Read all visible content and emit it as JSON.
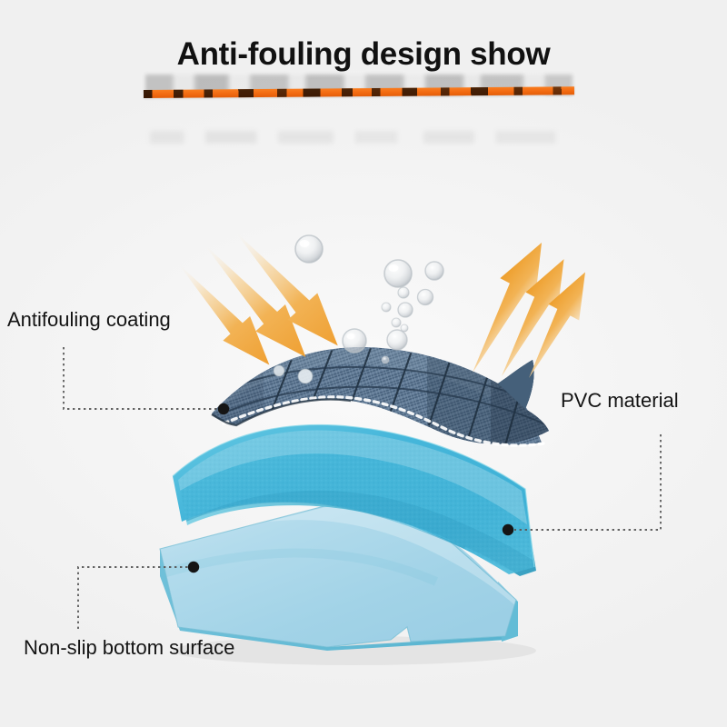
{
  "page": {
    "background_color": "#f3f3f3",
    "title": "Anti-fouling design show",
    "accent_color": "#f26a11"
  },
  "callouts": [
    {
      "id": "antifouling",
      "label": "Antifouling coating",
      "target_layer": "dark-textile-top-layer",
      "leader": "down-then-right"
    },
    {
      "id": "pvc",
      "label": "PVC material",
      "target_layer": "teal-middle-layer",
      "leader": "down-then-left"
    },
    {
      "id": "nonslip",
      "label": "Non-slip bottom surface",
      "target_layer": "light-blue-bottom-layer",
      "leader": "up-then-right"
    }
  ],
  "illustration": {
    "layers": [
      {
        "name": "dark-textile-top-layer",
        "color": "#5d7590",
        "texture": "woven-grid"
      },
      {
        "name": "teal-middle-layer",
        "color": "#46b5d8",
        "texture": "pebbled-dots"
      },
      {
        "name": "light-blue-bottom-layer",
        "color": "#a9d6e8",
        "texture": "smooth"
      }
    ],
    "arrows": {
      "incoming_color": "#f0a63c",
      "incoming_count": 3,
      "incoming_direction": "down-right",
      "deflected_color": "#f0a63c",
      "deflected_count": 3,
      "deflected_direction": "up-right"
    },
    "droplets": {
      "count": 12,
      "color": "#d9dde0"
    }
  }
}
